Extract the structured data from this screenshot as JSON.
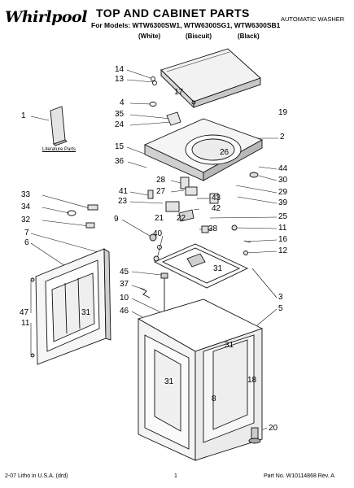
{
  "header": {
    "logo": "Whirlpool",
    "title": "TOP AND CABINET PARTS",
    "models": "For Models: WTW6300SW1, WTW6300SG1, WTW6300SB1",
    "colors": [
      "(White)",
      "(Biscuit)",
      "(Black)"
    ],
    "doc_type": "AUTOMATIC WASHER"
  },
  "literature_label": "Literature Parts",
  "footer": {
    "left": "2-07 Litho in U.S.A. (drd)",
    "page": "1",
    "right": "Part No. W10114868 Rev. A"
  },
  "callouts": [
    "14",
    "13",
    "17",
    "4",
    "35",
    "24",
    "19",
    "1",
    "2",
    "15",
    "26",
    "36",
    "44",
    "28",
    "30",
    "27",
    "29",
    "41",
    "43",
    "23",
    "39",
    "33",
    "9",
    "21",
    "22",
    "42",
    "34",
    "25",
    "32",
    "38",
    "11",
    "7",
    "40",
    "16",
    "6",
    "12",
    "31",
    "45",
    "3",
    "37",
    "5",
    "10",
    "46",
    "47",
    "31",
    "11",
    "31",
    "31",
    "18",
    "8",
    "20"
  ]
}
